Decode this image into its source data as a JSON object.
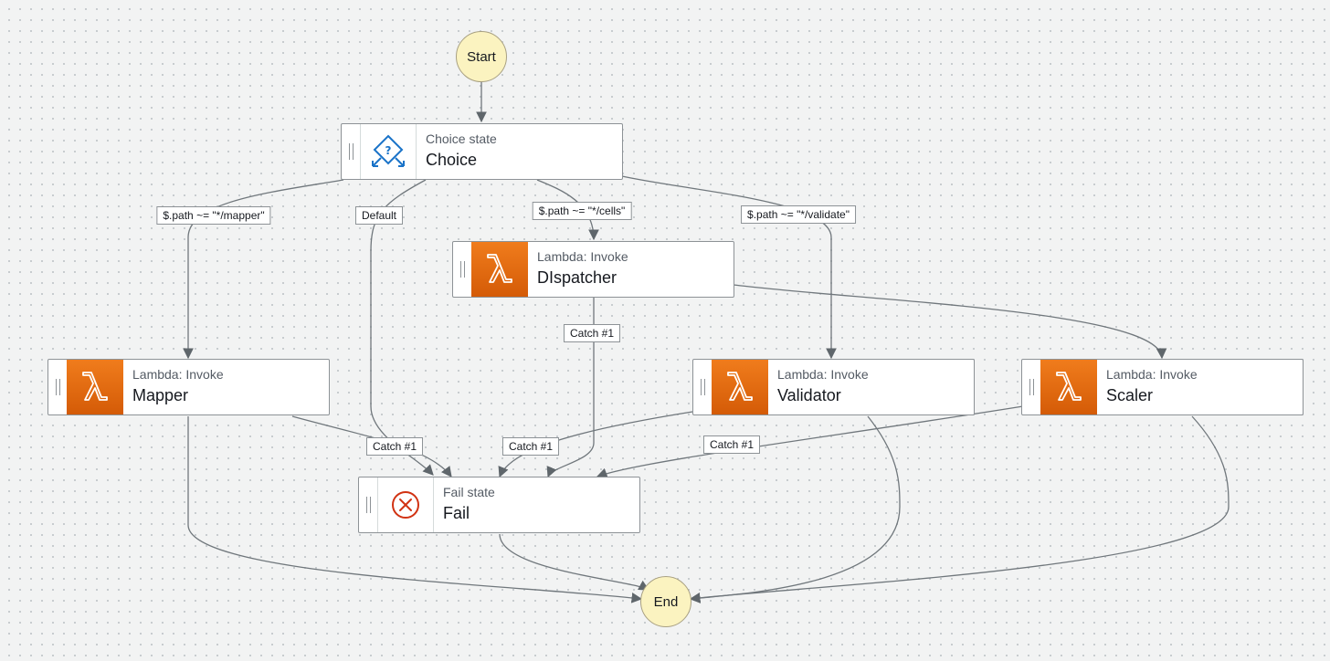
{
  "workflow": {
    "start_label": "Start",
    "end_label": "End",
    "states": {
      "choice": {
        "type": "Choice state",
        "name": "Choice",
        "icon": "choice-icon"
      },
      "dispatcher": {
        "type": "Lambda: Invoke",
        "name": "DIspatcher",
        "icon": "lambda-icon"
      },
      "mapper": {
        "type": "Lambda: Invoke",
        "name": "Mapper",
        "icon": "lambda-icon"
      },
      "validator": {
        "type": "Lambda: Invoke",
        "name": "Validator",
        "icon": "lambda-icon"
      },
      "scaler": {
        "type": "Lambda: Invoke",
        "name": "Scaler",
        "icon": "lambda-icon"
      },
      "fail": {
        "type": "Fail state",
        "name": "Fail",
        "icon": "fail-icon"
      }
    },
    "edge_labels": {
      "mapper_rule": "$.path ~= \"*/mapper\"",
      "default_rule": "Default",
      "cells_rule": "$.path ~= \"*/cells\"",
      "validate_rule": "$.path ~= \"*/validate\"",
      "dispatcher_catch": "Catch #1",
      "mapper_catch": "Catch #1",
      "validator_catch": "Catch #1",
      "scaler_catch": "Catch #1"
    }
  },
  "colors": {
    "lambda_orange": "#e8701a",
    "terminal_fill": "#fbf3c0",
    "edge": "#70777c",
    "choice_blue": "#1a73c8",
    "fail_red": "#d13212"
  }
}
